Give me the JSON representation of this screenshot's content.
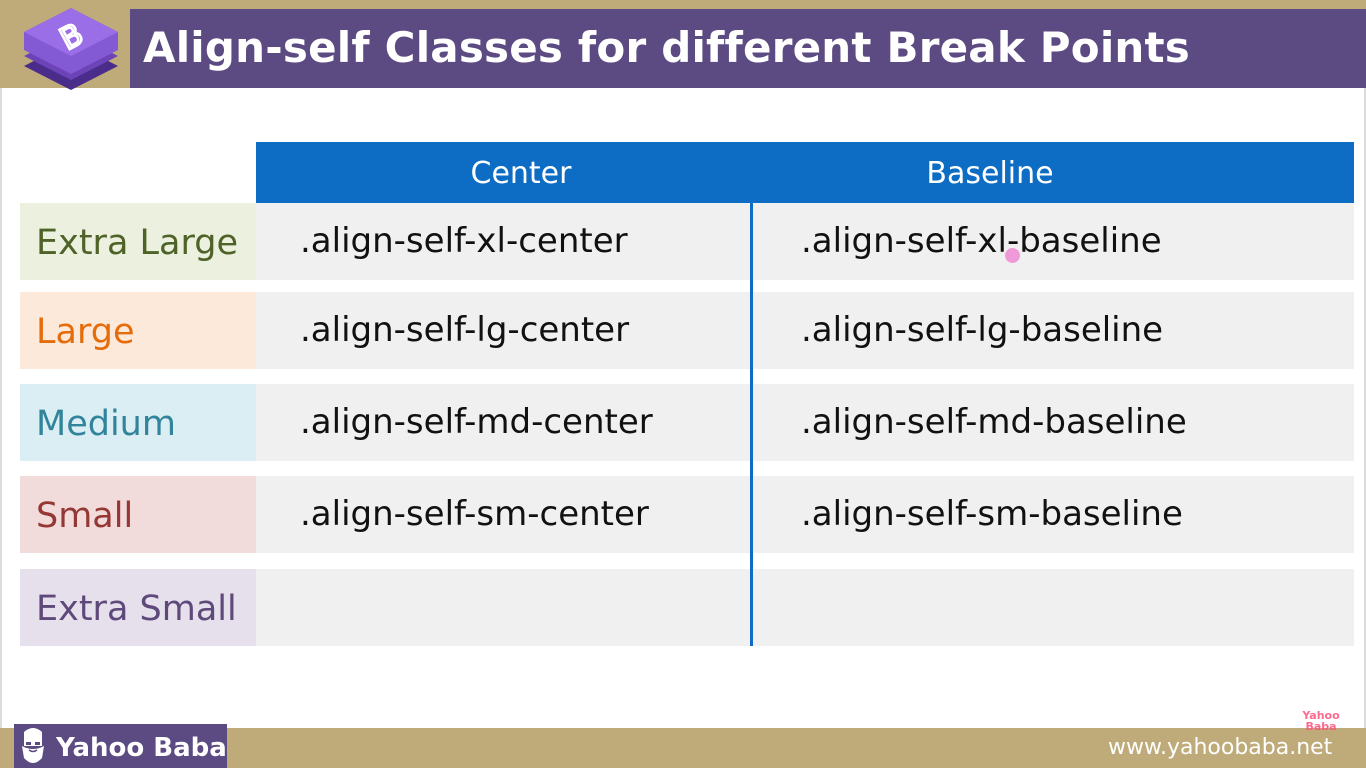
{
  "header": {
    "title": "Align-self Classes for different Break Points",
    "logo_letter": "B"
  },
  "table": {
    "columns": [
      "Center",
      "Baseline"
    ],
    "rows": [
      {
        "label": "Extra Large",
        "center": ".align-self-xl-center",
        "baseline": ".align-self-xl-baseline"
      },
      {
        "label": "Large",
        "center": ".align-self-lg-center",
        "baseline": ".align-self-lg-baseline"
      },
      {
        "label": "Medium",
        "center": ".align-self-md-center",
        "baseline": ".align-self-md-baseline"
      },
      {
        "label": "Small",
        "center": ".align-self-sm-center",
        "baseline": ".align-self-sm-baseline"
      },
      {
        "label": "Extra Small",
        "center": "",
        "baseline": ""
      }
    ]
  },
  "colors": {
    "header_bar": "#5c4a82",
    "gold": "#bfab79",
    "table_header": "#0d6cc4",
    "xl_bg": "#ebf1de",
    "xl_text": "#4f6228",
    "lg_bg": "#fde9d9",
    "lg_text": "#e46c0a",
    "md_bg": "#dbeef4",
    "md_text": "#31849b",
    "sm_bg": "#f2dcdb",
    "sm_text": "#953735",
    "xs_bg": "#e5e0ec",
    "xs_text": "#5f497a"
  },
  "footer": {
    "brand": "Yahoo Baba",
    "website": "www.yahoobaba.net",
    "watermark_line1": "Yahoo",
    "watermark_line2": "Baba"
  }
}
